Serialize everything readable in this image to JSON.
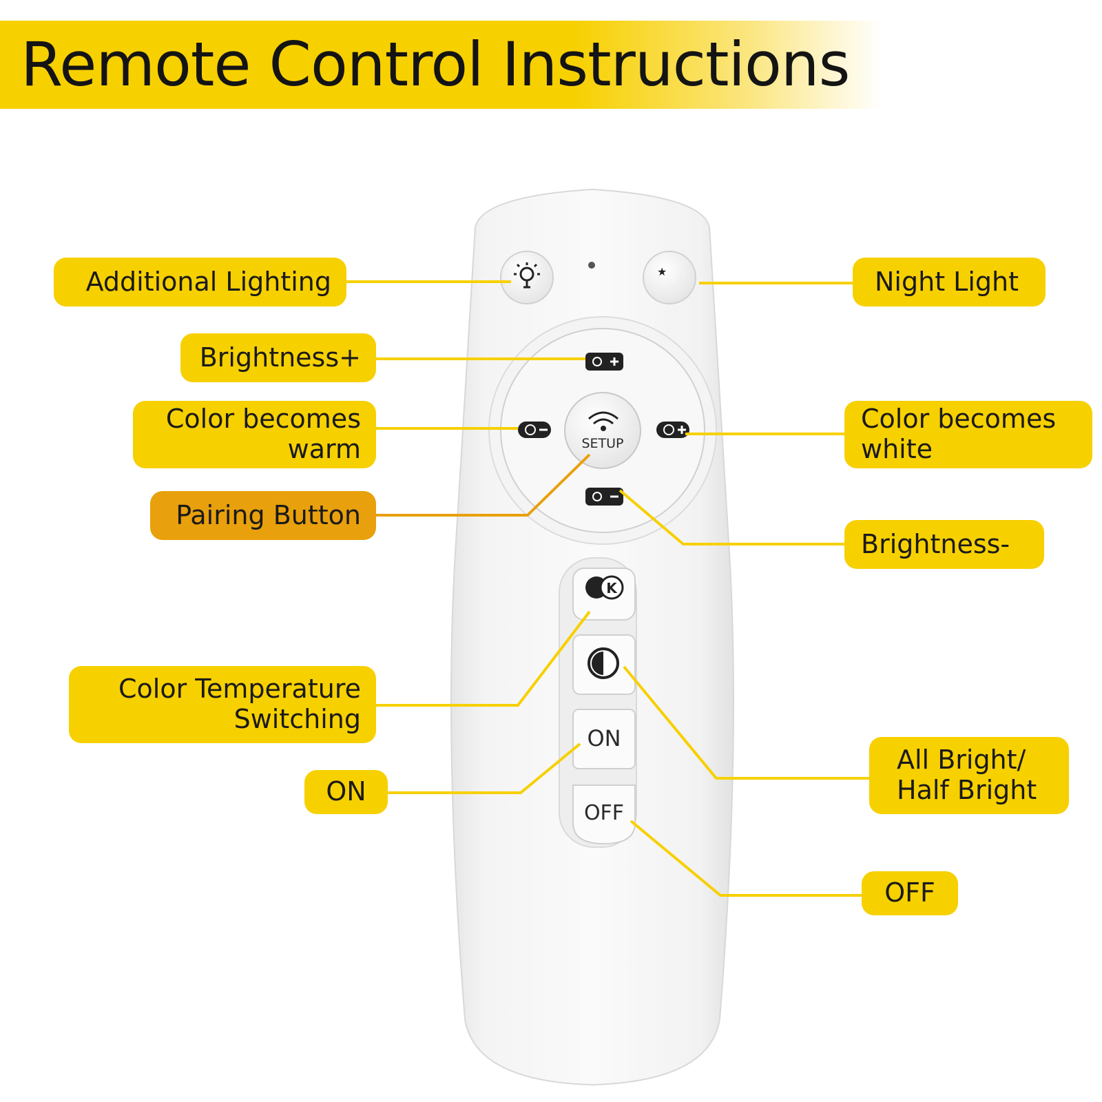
{
  "title": "Remote Control Instructions",
  "remote": {
    "setup_label": "SETUP",
    "on_label": "ON",
    "off_label": "OFF"
  },
  "labels": {
    "additional_lighting": "Additional Lighting",
    "night_light": "Night Light",
    "brightness_plus": "Brightness+",
    "color_warm": "Color becomes\nwarm",
    "color_white": "Color becomes\nwhite",
    "pairing_button": "Pairing Button",
    "brightness_minus": "Brightness-",
    "color_temp_switching": "Color Temperature\nSwitching",
    "on": "ON",
    "all_half_bright": "All Bright/\nHalf Bright",
    "off": "OFF"
  },
  "colors": {
    "accent_yellow": "#f7d000",
    "accent_orange": "#e8a00c"
  }
}
